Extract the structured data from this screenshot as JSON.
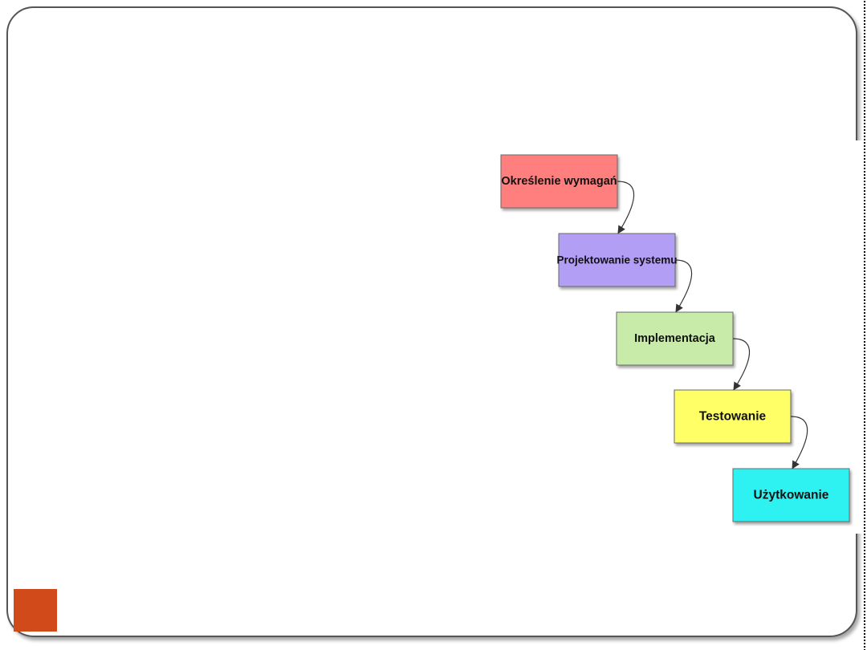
{
  "diagram": {
    "type": "waterfall",
    "steps": [
      {
        "label": "Określenie wymagań",
        "color": "#ff7f7f"
      },
      {
        "label": "Projektowanie systemu",
        "color": "#b39ef5"
      },
      {
        "label": "Implementacja",
        "color": "#c8ebaa"
      },
      {
        "label": "Testowanie",
        "color": "#ffff66"
      },
      {
        "label": "Użytkowanie",
        "color": "#2ff2f2"
      }
    ]
  },
  "slide": {
    "accent_color": "#d04a1a"
  }
}
